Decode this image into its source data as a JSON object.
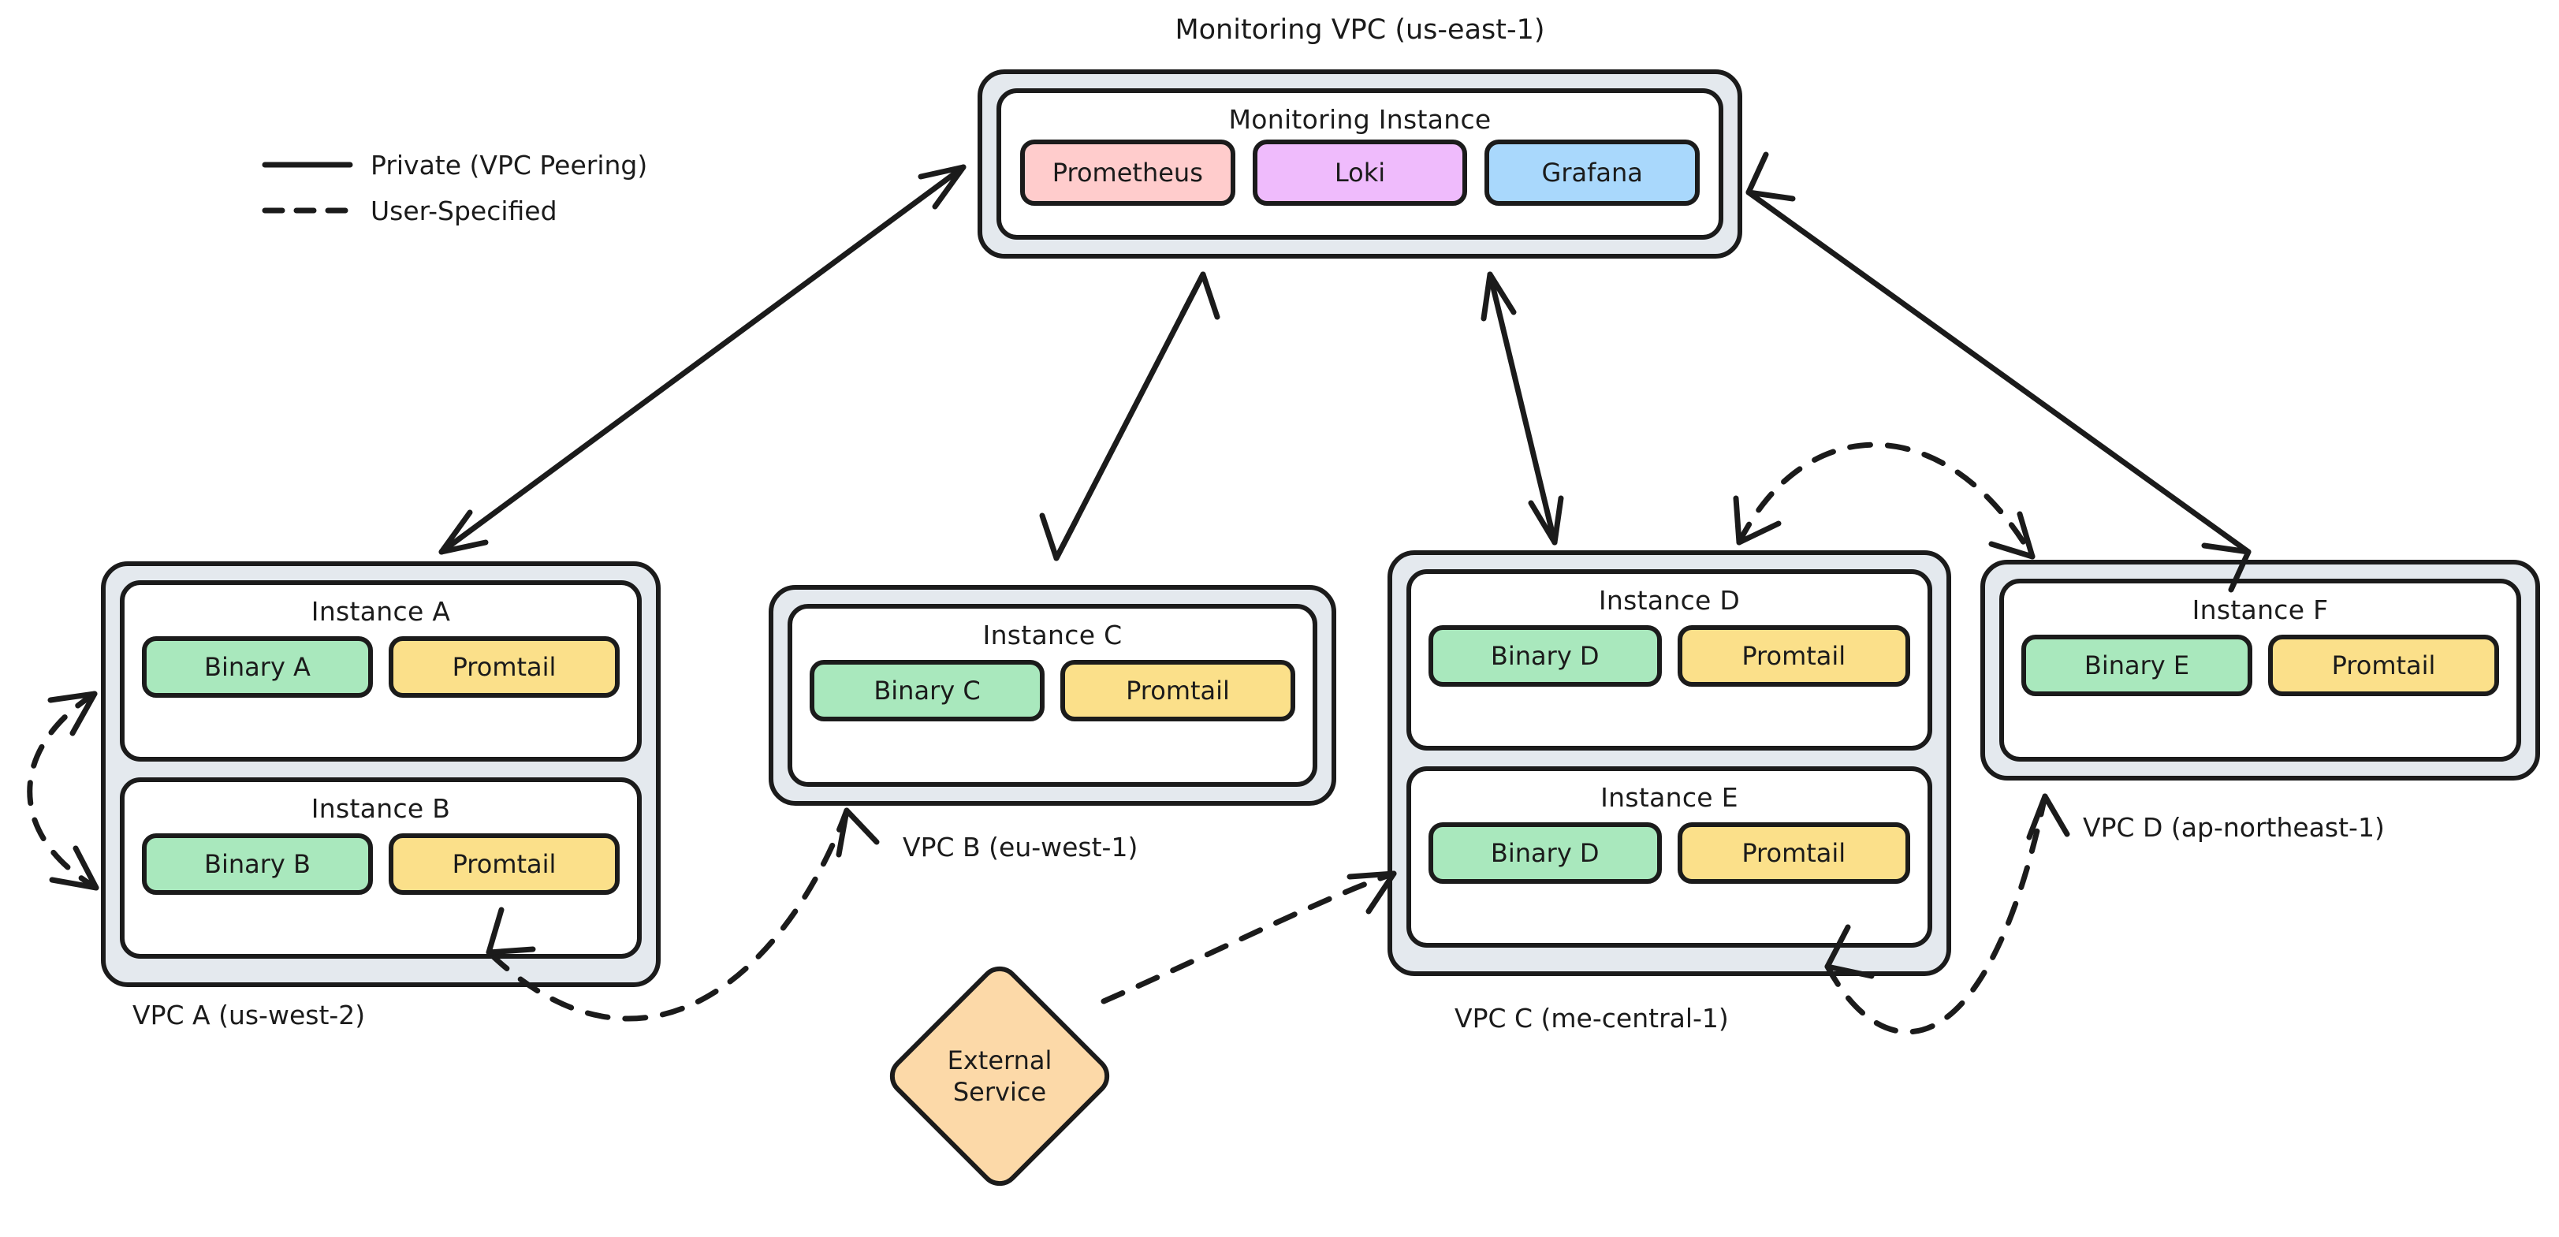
{
  "legend": {
    "items": [
      {
        "style": "solid",
        "label": "Private (VPC Peering)"
      },
      {
        "style": "dashed",
        "label": "User-Specified"
      }
    ]
  },
  "monitoring": {
    "caption": "Monitoring VPC (us-east-1)",
    "instance_title": "Monitoring Instance",
    "services": [
      {
        "name": "Prometheus",
        "color": "#ffcccc"
      },
      {
        "name": "Loki",
        "color": "#efbbfc"
      },
      {
        "name": "Grafana",
        "color": "#a9d8fc"
      }
    ]
  },
  "vpcs": [
    {
      "id": "vpc-a",
      "caption": "VPC A (us-west-2)",
      "instances": [
        {
          "title": "Instance A",
          "binary": "Binary A",
          "agent": "Promtail"
        },
        {
          "title": "Instance B",
          "binary": "Binary B",
          "agent": "Promtail"
        }
      ]
    },
    {
      "id": "vpc-b",
      "caption": "VPC B (eu-west-1)",
      "instances": [
        {
          "title": "Instance C",
          "binary": "Binary C",
          "agent": "Promtail"
        }
      ]
    },
    {
      "id": "vpc-c",
      "caption": "VPC C (me-central-1)",
      "instances": [
        {
          "title": "Instance D",
          "binary": "Binary D",
          "agent": "Promtail"
        },
        {
          "title": "Instance E",
          "binary": "Binary D",
          "agent": "Promtail"
        }
      ]
    },
    {
      "id": "vpc-d",
      "caption": "VPC D (ap-northeast-1)",
      "instances": [
        {
          "title": "Instance F",
          "binary": "Binary E",
          "agent": "Promtail"
        }
      ]
    }
  ],
  "external_service": {
    "line1": "External",
    "line2": "Service"
  },
  "colors": {
    "binary": "#a9e8bd",
    "agent": "#fbe08a",
    "vpc_fill": "#e4e9ee",
    "external": "#fcd9a8",
    "stroke": "#1b1b1b"
  }
}
